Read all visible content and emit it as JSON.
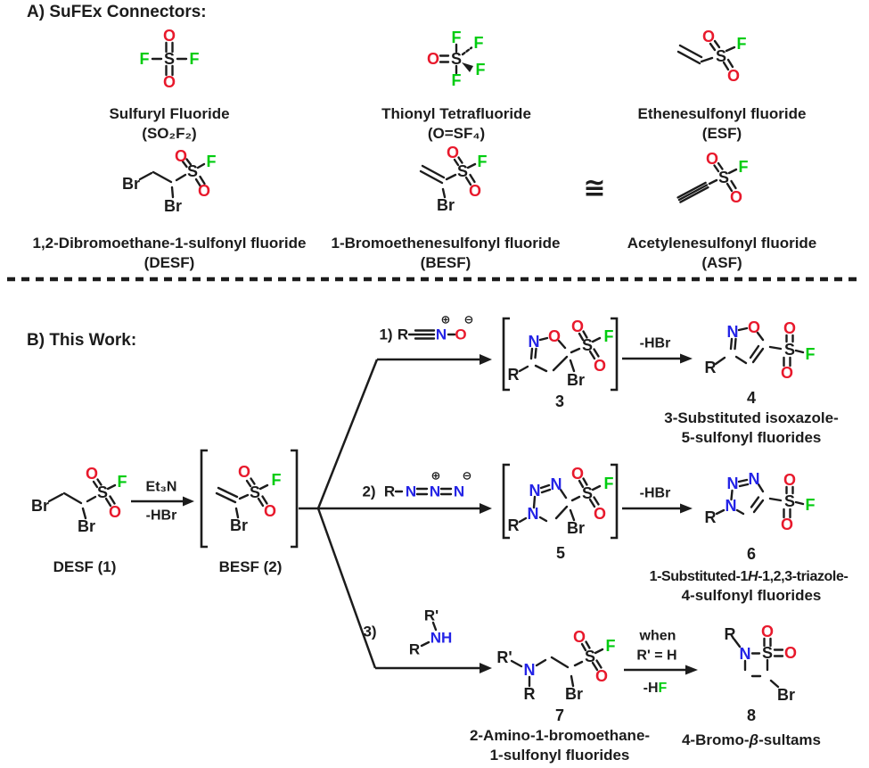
{
  "colors": {
    "background": "#ffffff",
    "carbon_black": "#1c1c1c",
    "oxygen_red": "#e8192c",
    "fluorine_green": "#00cc10",
    "nitrogen_blue": "#2323e6"
  },
  "atoms": {
    "S": "S",
    "O": "O",
    "F": "F",
    "N": "N",
    "NH": "NH",
    "Br": "Br",
    "R": "R",
    "Rp": "R'"
  },
  "symbols": {
    "plus": "⊕",
    "minus": "⊖",
    "congruent": "≅"
  },
  "a": {
    "title": "A) SuFEx Connectors:",
    "compounds": [
      {
        "name": "Sulfuryl Fluoride",
        "formula": "(SO₂F₂)"
      },
      {
        "name": "Thionyl Tetrafluoride",
        "formula": "(O=SF₄)"
      },
      {
        "name": "Ethenesulfonyl fluoride",
        "formula": "(ESF)"
      },
      {
        "name": "1,2-Dibromoethane-1-sulfonyl fluoride",
        "formula": "(DESF)"
      },
      {
        "name": "1-Bromoethenesulfonyl fluoride",
        "formula": "(BESF)"
      },
      {
        "name": "Acetylenesulfonyl fluoride",
        "formula": "(ASF)"
      }
    ]
  },
  "b": {
    "title": "B) This Work:",
    "desf": "DESF (1)",
    "besf": "BESF (2)",
    "et3n": "Et₃N",
    "hbr": "-HBr",
    "when": "when",
    "r_eq_h": "R' = H",
    "minus_h": "-H",
    "steps": [
      "1)",
      "2)",
      "3)"
    ],
    "nums": [
      "3",
      "4",
      "5",
      "6",
      "7",
      "8"
    ],
    "cap4": [
      "3-Substituted isoxazole-",
      "5-sulfonyl fluorides"
    ],
    "cap6": {
      "pre": "1-Substituted-1",
      "it": "H",
      "post": "-1,2,3-triazole-",
      "line2": "4-sulfonyl fluorides"
    },
    "cap7": [
      "2-Amino-1-bromoethane-",
      "1-sulfonyl fluorides"
    ],
    "cap8": {
      "pre": "4-Bromo-",
      "beta": "β",
      "post": "-sultams"
    }
  }
}
